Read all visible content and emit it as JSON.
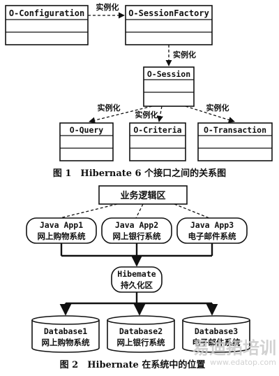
{
  "figure1": {
    "classes": {
      "configuration": "O-Configuration",
      "session_factory": "O-SessionFactory",
      "session": "O-Session",
      "query": "O-Query",
      "criteria": "O-Criteria",
      "transaction": "O-Transaction"
    },
    "edge_label": "实例化",
    "caption": "图 1　Hibernate 6 个接口之间的关系图"
  },
  "figure2": {
    "business_logic": "业务逻辑区",
    "apps": [
      {
        "name": "Java App1",
        "desc": "网上购物系统"
      },
      {
        "name": "Java App2",
        "desc": "网上银行系统"
      },
      {
        "name": "Java App3",
        "desc": "电子邮件系统"
      }
    ],
    "hibernate": {
      "name": "Hibemate",
      "desc": "持久化区"
    },
    "databases": [
      {
        "name": "Database1",
        "desc": "网上购物系统"
      },
      {
        "name": "Database2",
        "desc": "网上银行系统"
      },
      {
        "name": "Database3",
        "desc": "电子邮件系统"
      }
    ],
    "caption": "图 2　Hibernate 在系统中的位置"
  },
  "watermark": {
    "brand": "易迪拓培训",
    "url": "www.edatop.com"
  },
  "colors": {
    "ink": "#111111",
    "watermark": "#c9c9c9"
  }
}
